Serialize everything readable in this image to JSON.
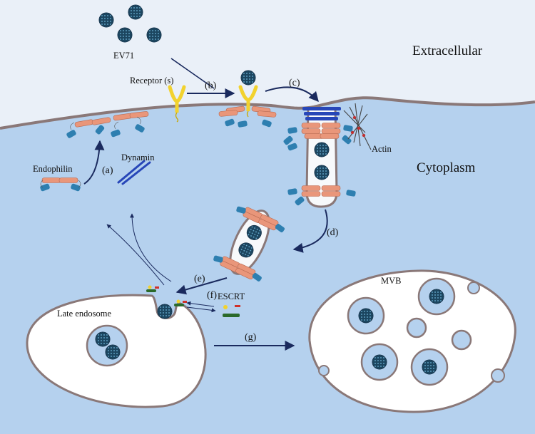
{
  "regions": {
    "extracellular": "Extracellular",
    "cytoplasm": "Cytoplasm"
  },
  "labels": {
    "ev71": "EV71",
    "receptor": "Receptor (s)",
    "endophilin": "Endophilin",
    "dynamin": "Dynamin",
    "actin": "Actin",
    "escrt": "ESCRT",
    "late_endosome": "Late endosome",
    "mvb": "MVB"
  },
  "steps": {
    "a": "(a)",
    "b": "(b)",
    "c": "(c)",
    "d": "(d)",
    "e": "(e)",
    "f": "(f)",
    "g": "(g)"
  },
  "colors": {
    "extracellular_bg": "#eaf0f8",
    "cytoplasm_bg": "#b5d1ee",
    "membrane": "#8a7878",
    "bar_protein": "#e9967a",
    "endophilin_head": "#2e7fb0",
    "dynamin": "#2746b8",
    "receptor": "#f2d22e",
    "virus": "#1e4a66",
    "arrow": "#1a2a5e"
  }
}
